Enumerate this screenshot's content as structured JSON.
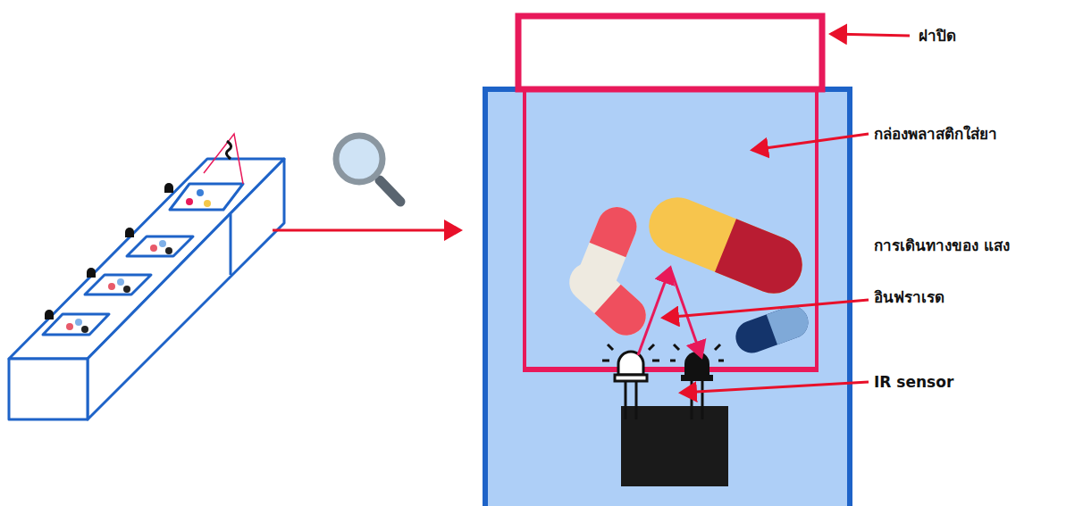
{
  "diagram": {
    "labels": [
      "ฝาปิด",
      "กล่องพลาสติกใส่ยา",
      "การเดินทางของ แสงอินฟราเรด",
      "IR sensor"
    ]
  }
}
